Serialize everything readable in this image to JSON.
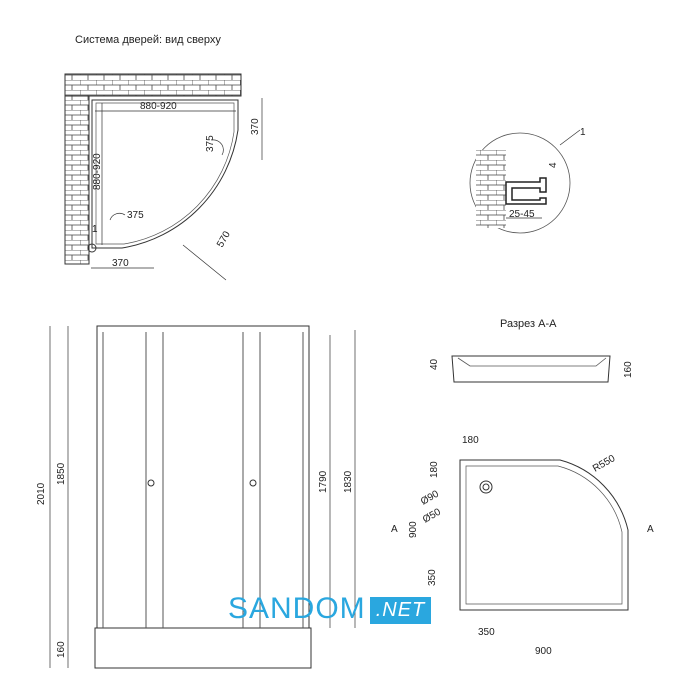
{
  "titles": {
    "doors_system": "Система дверей: вид сверху",
    "section": "Разрез A-A"
  },
  "top_view": {
    "width": "880-920",
    "depth": "880-920",
    "side_370_right": "370",
    "side_370_bottom": "370",
    "door_375_top": "375",
    "door_375_bottom": "375",
    "radius_570": "570",
    "marker_1": "1"
  },
  "profile_detail": {
    "marker_1": "1",
    "gap_4": "4",
    "range_25_45": "25-45"
  },
  "front_view": {
    "total_height": "2010",
    "inner_height": "1850",
    "door_height_right": "1830",
    "glass_height": "1790",
    "tray_height": "160"
  },
  "section_view": {
    "h40": "40",
    "h160": "160"
  },
  "tray_plan": {
    "w180_top": "180",
    "h180_left": "180",
    "radius": "R550",
    "d90": "Ø90",
    "d50": "Ø50",
    "side_900_left": "900",
    "drain_350_left": "350",
    "drain_350_bottom": "350",
    "width_900_bottom": "900",
    "section_a_left": "A",
    "section_a_right": "A"
  },
  "watermark": {
    "brand": "SANDOM",
    "suffix": ".NET"
  }
}
